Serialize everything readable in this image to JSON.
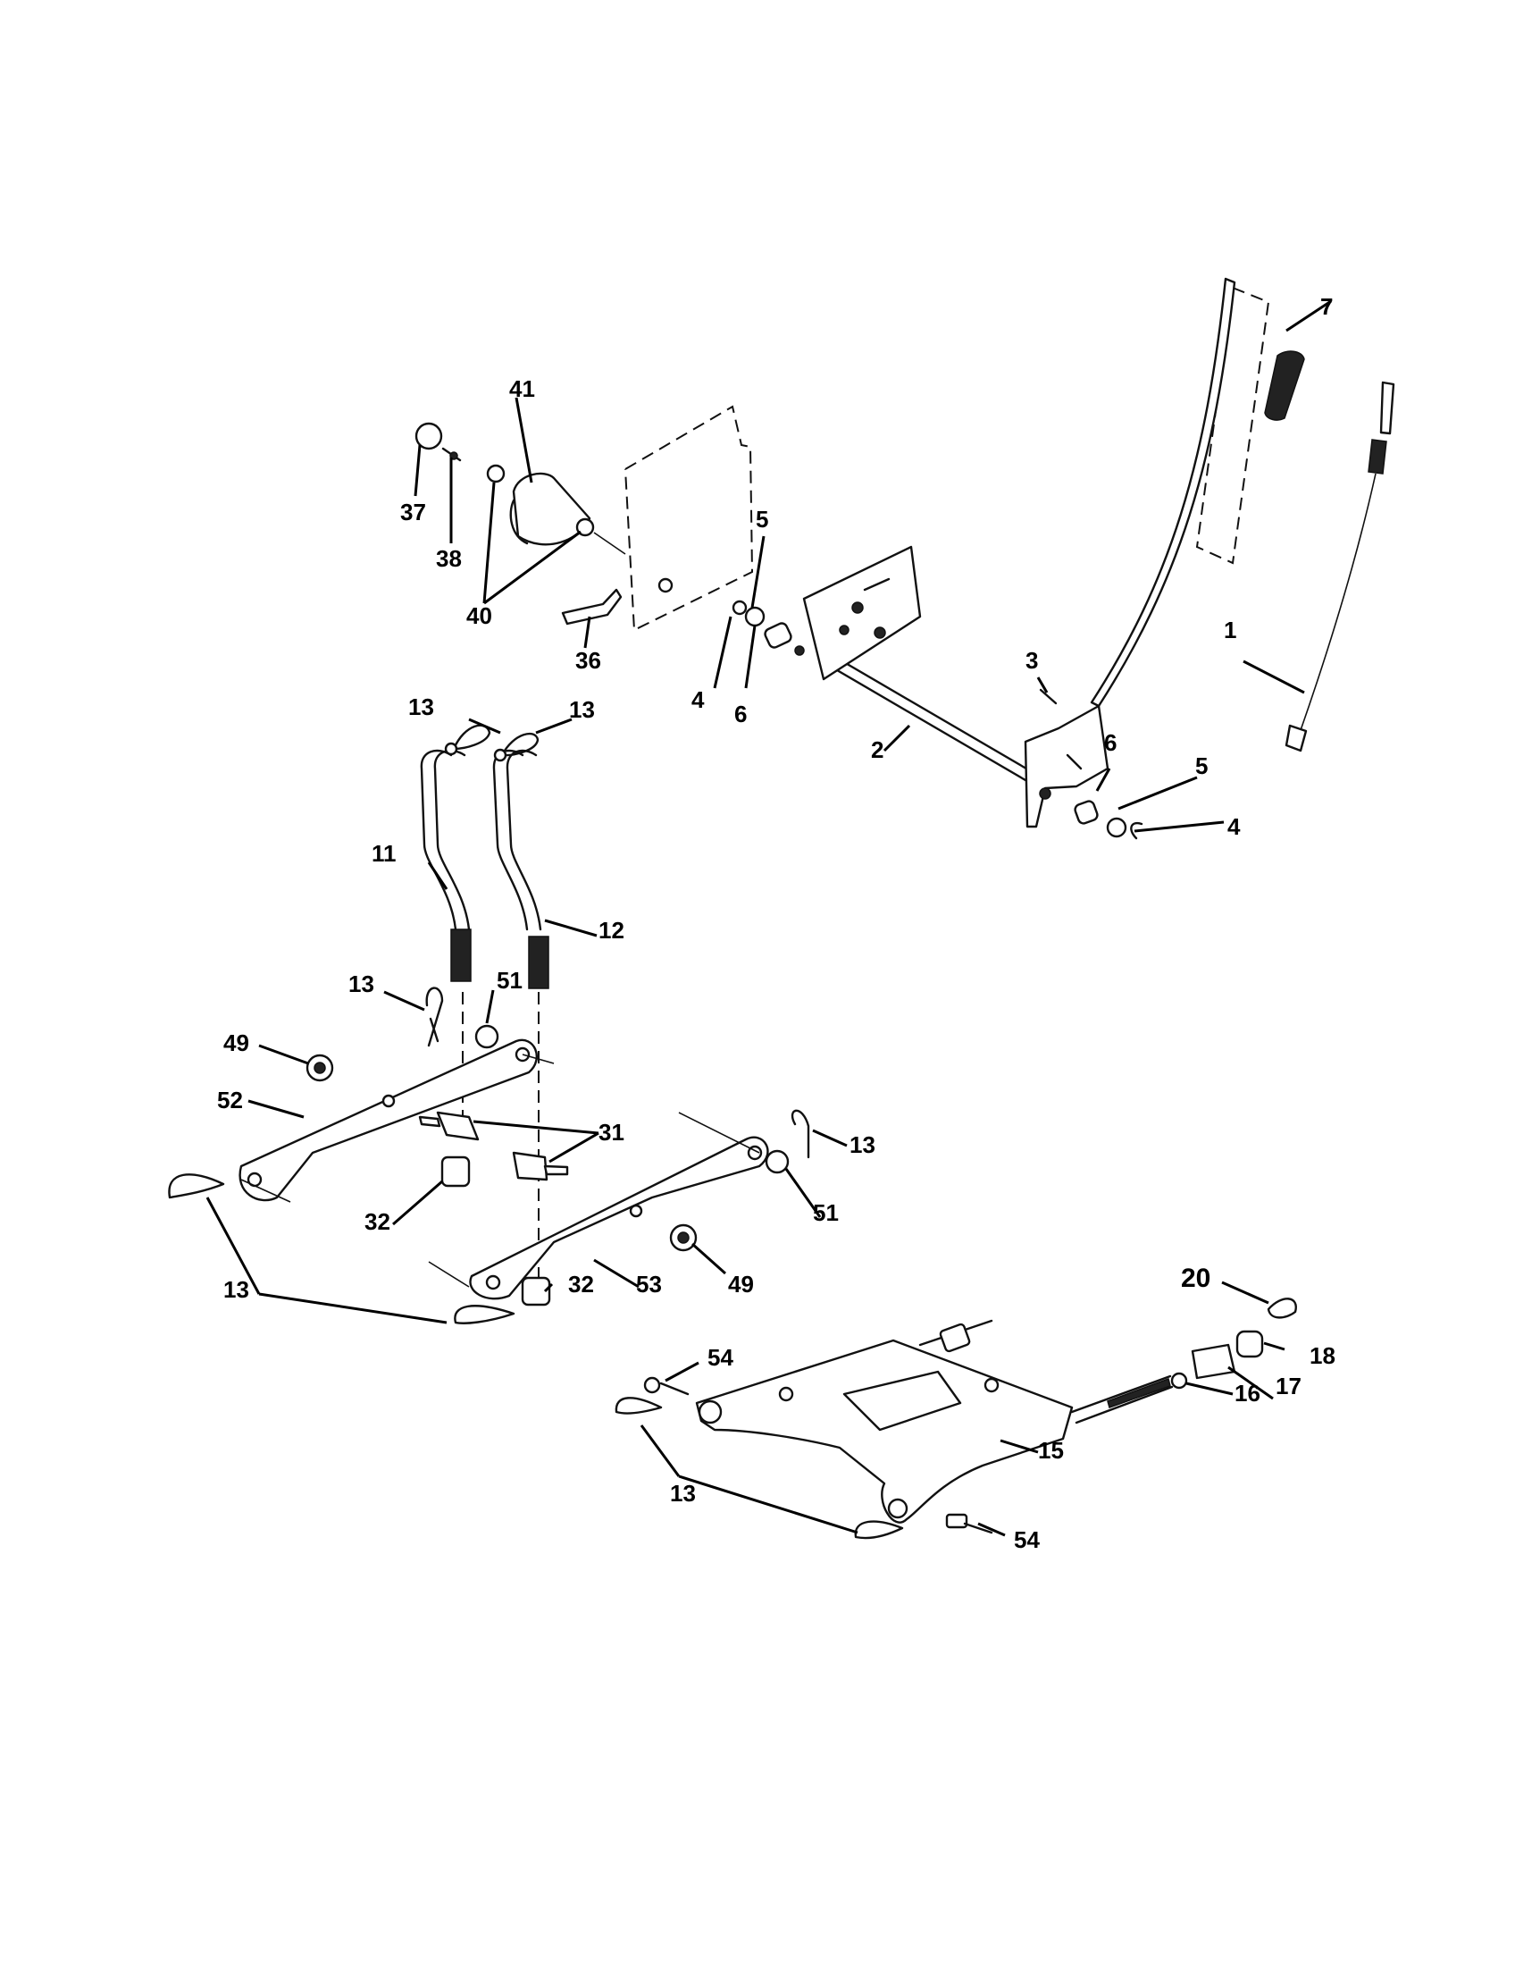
{
  "labels": {
    "p1": "1",
    "p2": "2",
    "p3": "3",
    "p4a": "4",
    "p4b": "4",
    "p5a": "5",
    "p5b": "5",
    "p6a": "6",
    "p6b": "6",
    "p7": "7",
    "p11": "11",
    "p12": "12",
    "p13a": "13",
    "p13b": "13",
    "p13c": "13",
    "p13d": "13",
    "p13e": "13",
    "p13f": "13",
    "p15": "15",
    "p16": "16",
    "p17": "17",
    "p18": "18",
    "p20": "20",
    "p31": "31",
    "p32a": "32",
    "p32b": "32",
    "p36": "36",
    "p37": "37",
    "p38": "38",
    "p40": "40",
    "p41": "41",
    "p49a": "49",
    "p49b": "49",
    "p51a": "51",
    "p51b": "51",
    "p52": "52",
    "p53": "53",
    "p54a": "54",
    "p54b": "54"
  }
}
